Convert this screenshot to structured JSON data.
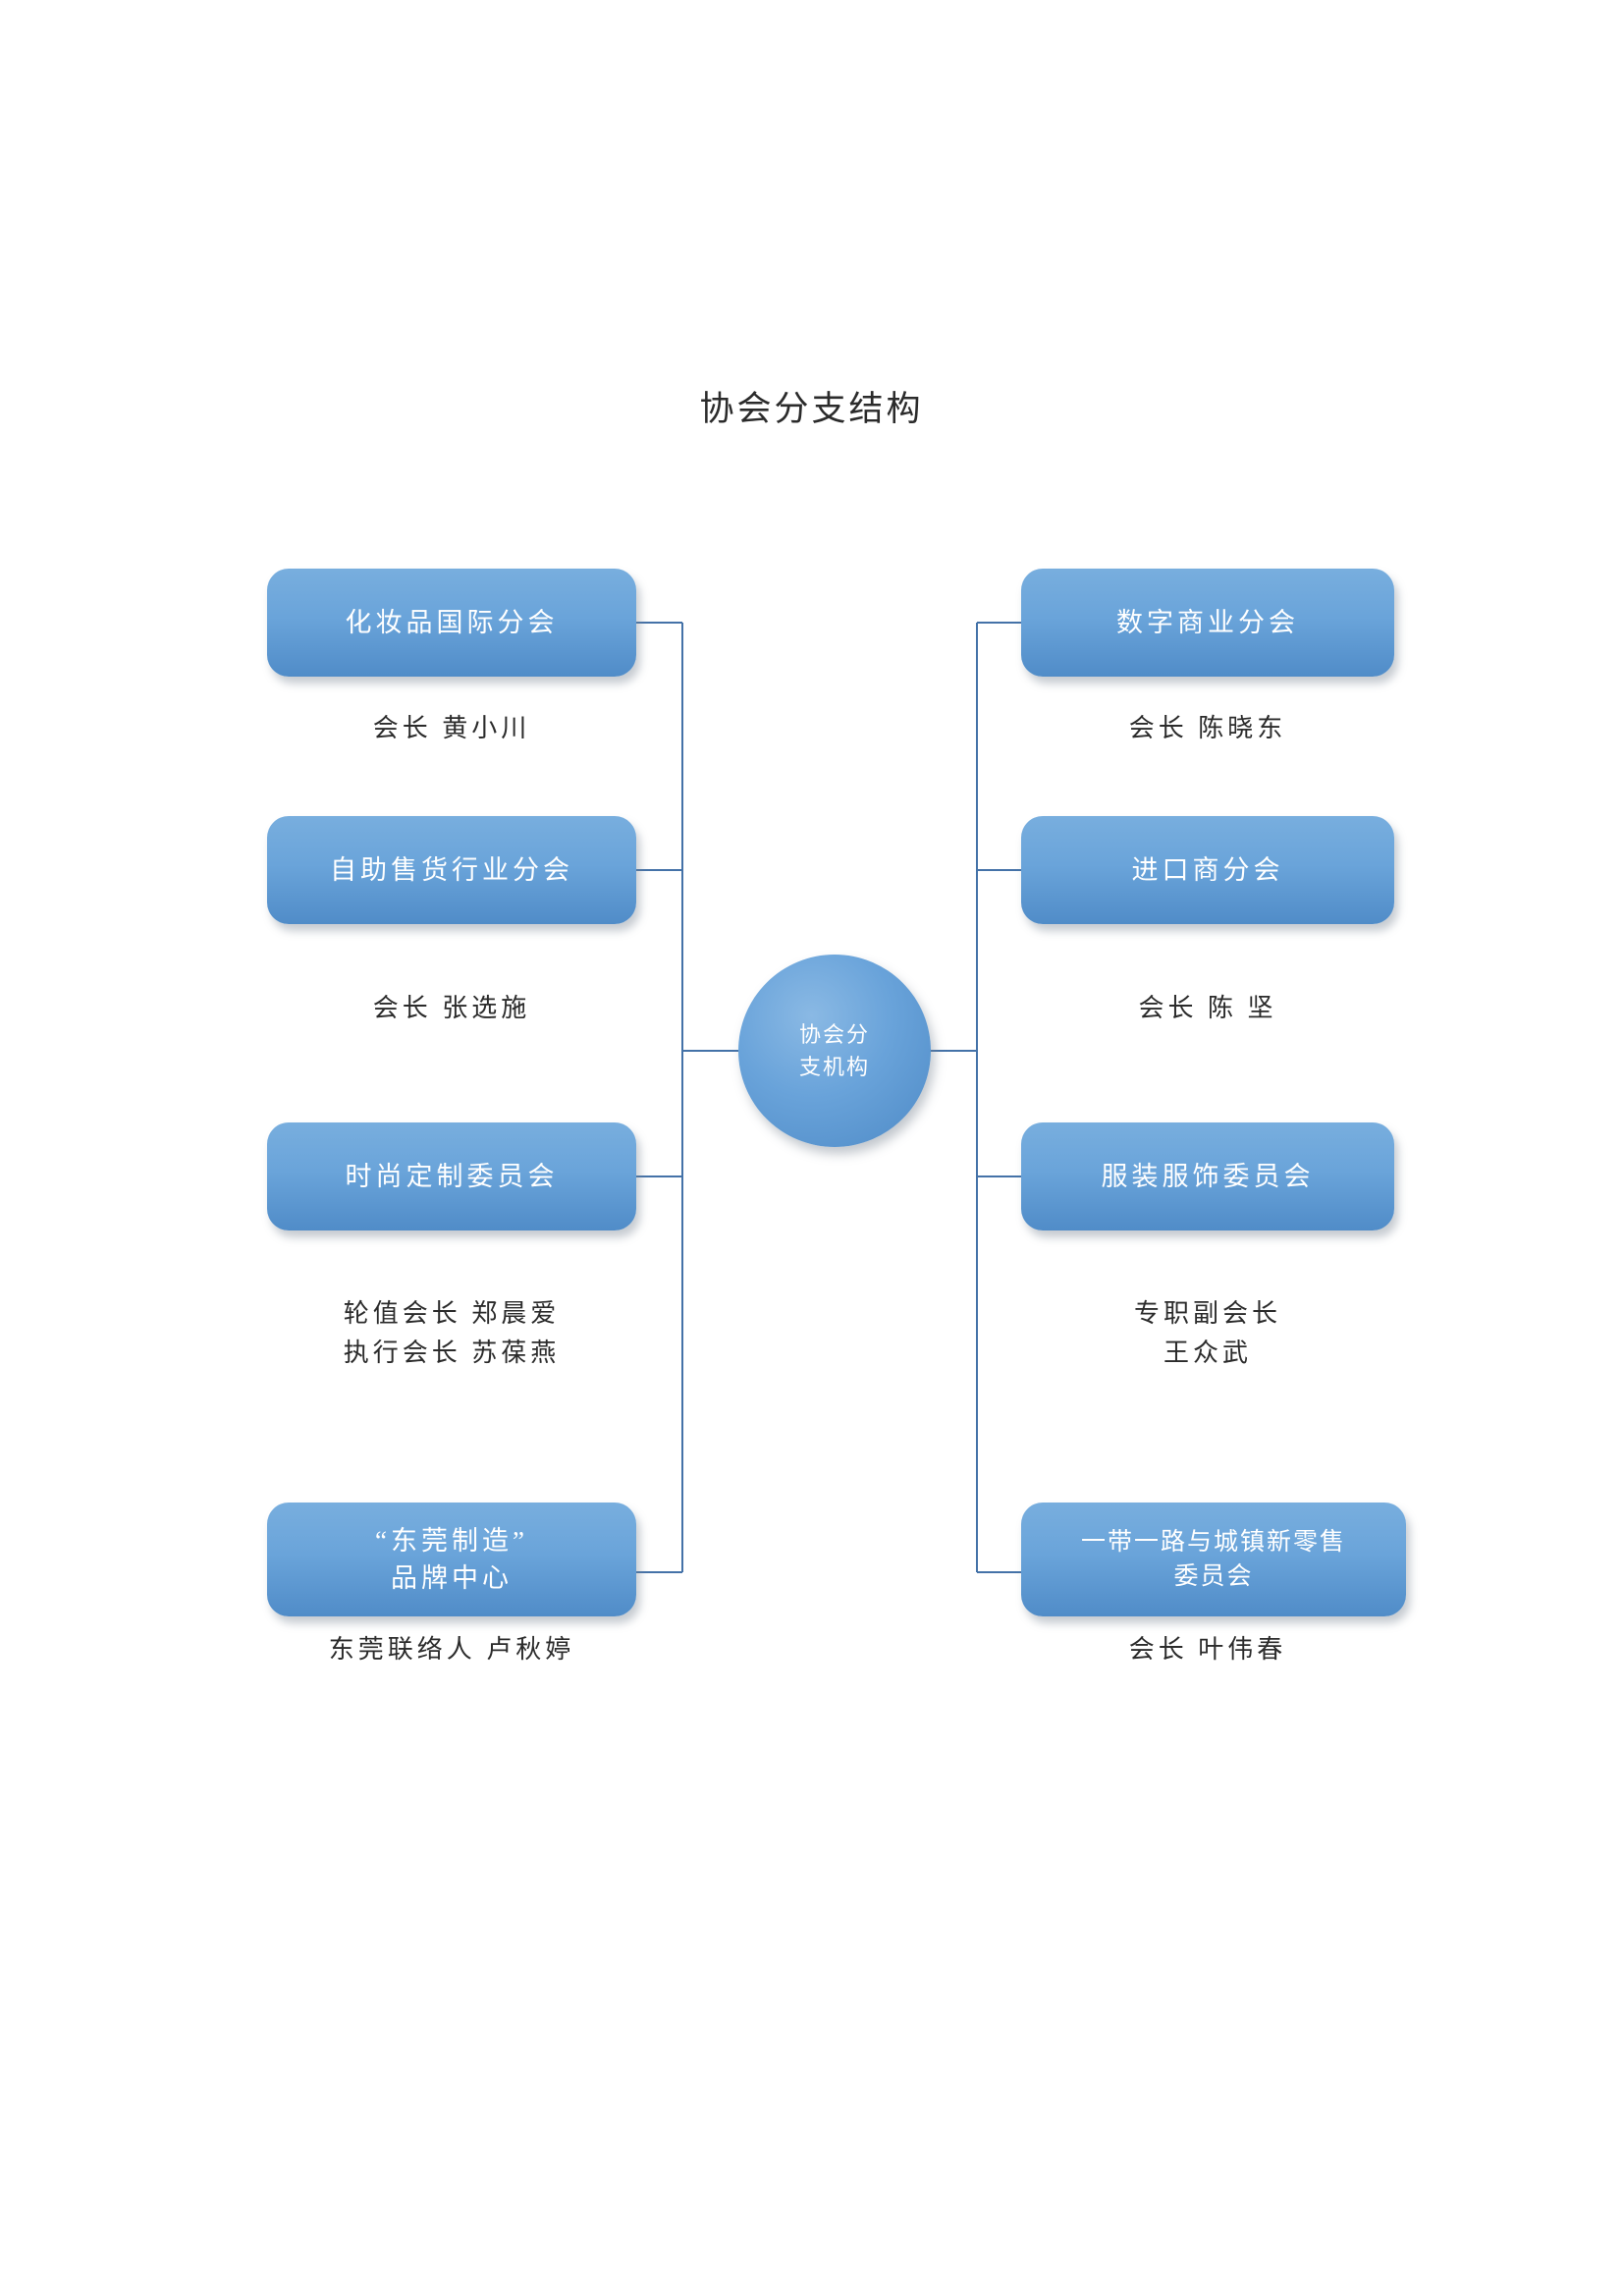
{
  "page": {
    "title": "协会分支结构",
    "accent_color": "#6aa4da",
    "connector_color": "#4472a8",
    "text_color": "#2b2b2b",
    "box_text_color": "#ffffff",
    "background": "#ffffff"
  },
  "hub": {
    "label": "协会分\n支机构"
  },
  "left_branches": [
    {
      "name": "cosmetics-international-branch",
      "label": "化妆品国际分会",
      "caption": "会长  黄小川"
    },
    {
      "name": "self-service-vending-branch",
      "label": "自助售货行业分会",
      "caption": "会长  张选施"
    },
    {
      "name": "fashion-customization-committee",
      "label": "时尚定制委员会",
      "caption": "轮值会长  郑晨爱\n执行会长  苏葆燕"
    },
    {
      "name": "dongguan-manufacturing-brand-center",
      "label": "“东莞制造”\n品牌中心",
      "caption": "东莞联络人  卢秋婷"
    }
  ],
  "right_branches": [
    {
      "name": "digital-commerce-branch",
      "label": "数字商业分会",
      "caption": "会长  陈晓东"
    },
    {
      "name": "importer-branch",
      "label": "进口商分会",
      "caption": "会长  陈  坚"
    },
    {
      "name": "apparel-committee",
      "label": "服装服饰委员会",
      "caption": "专职副会长\n王众武"
    },
    {
      "name": "belt-road-new-retail-committee",
      "label": "一带一路与城镇新零售\n委员会",
      "caption": "会长  叶伟春"
    }
  ]
}
